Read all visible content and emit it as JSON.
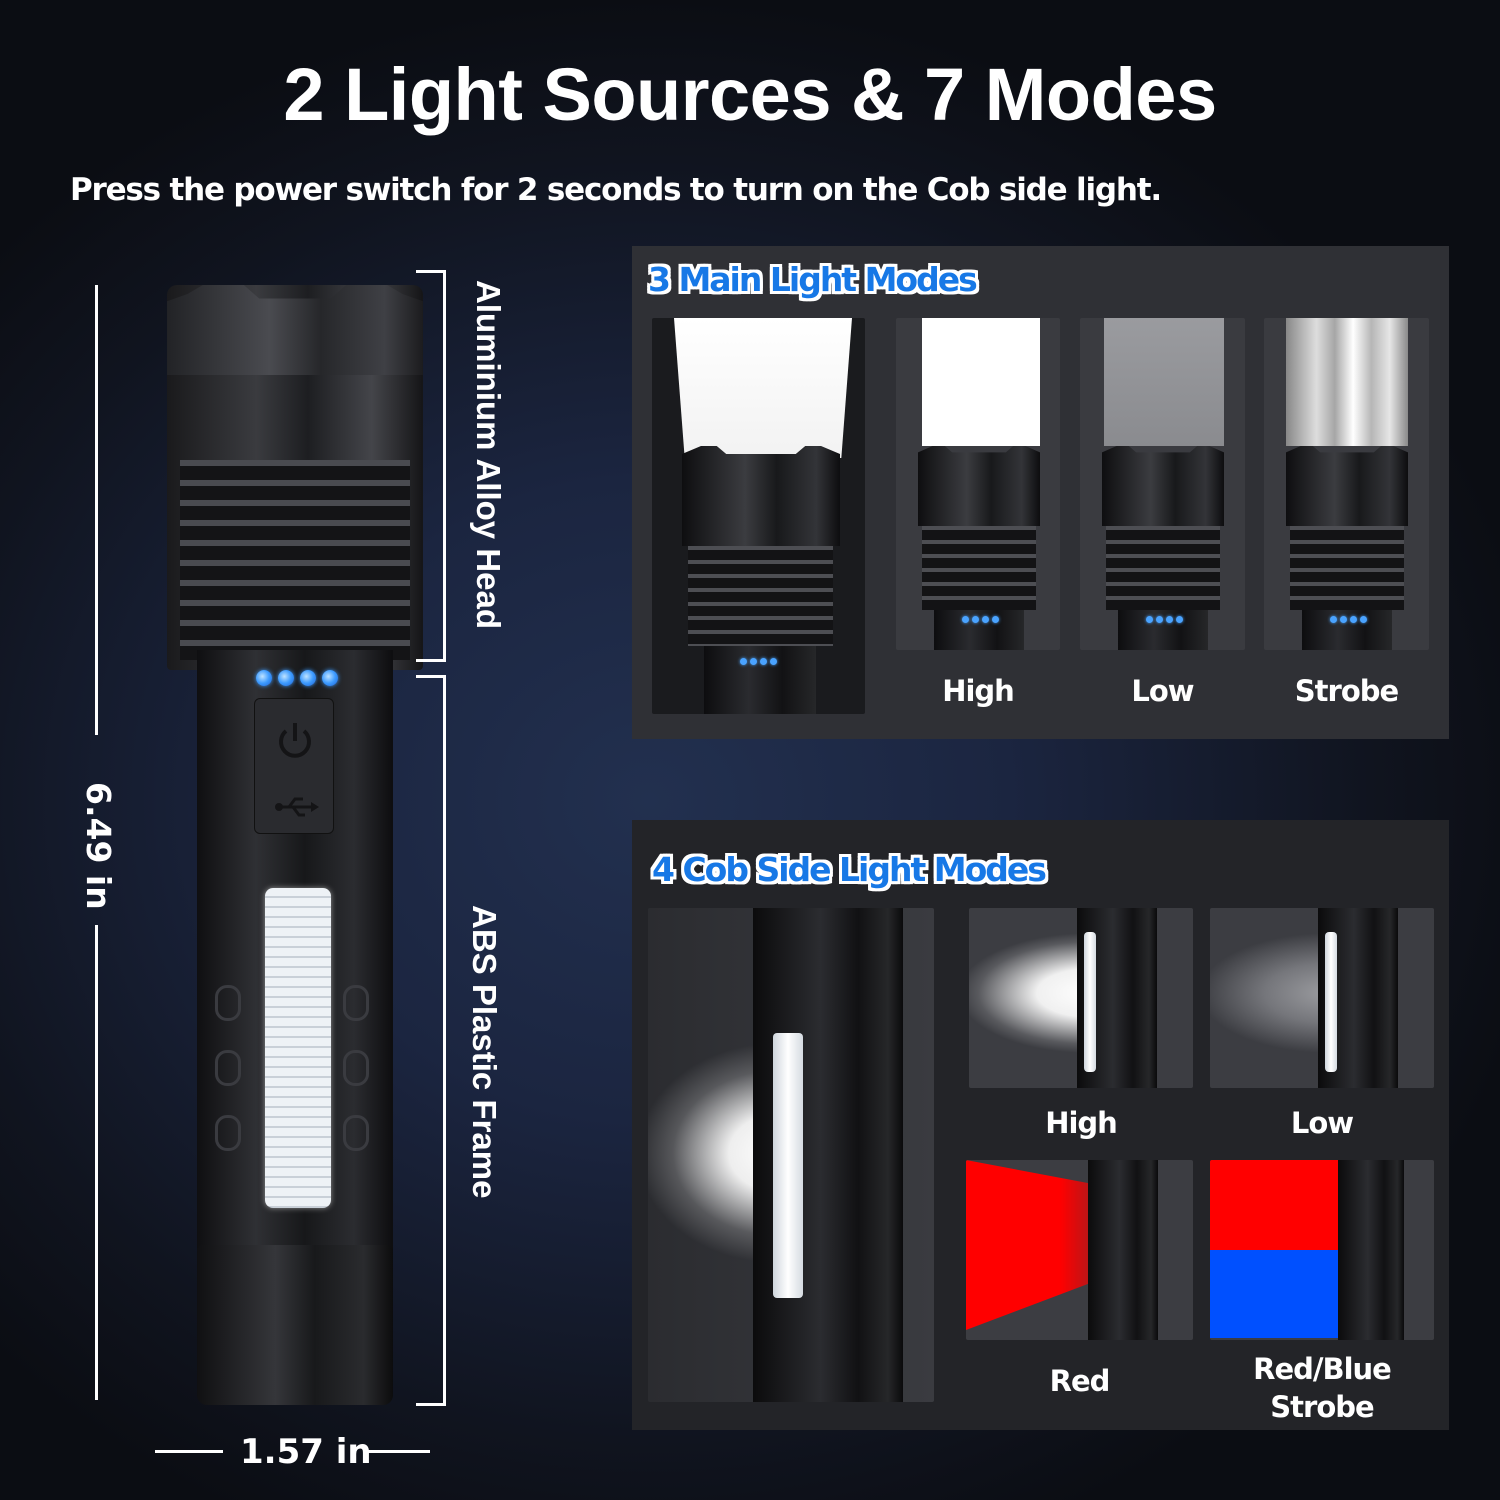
{
  "header": {
    "title": "2 Light Sources & 7 Modes",
    "subtitle": "Press the power switch for 2 seconds to turn on the Cob side light."
  },
  "product": {
    "icons": [
      "power-icon",
      "usb-icon"
    ],
    "battery_indicator_leds": 4,
    "led_color": "#3d9bff",
    "dimensions": {
      "length": "6.49 in",
      "width": "1.57 in"
    },
    "parts": {
      "head": "Aluminium Alloy Head",
      "frame": "ABS Plastic Frame"
    }
  },
  "main_modes": {
    "heading": "3 Main Light Modes",
    "heading_color": "#1778e6",
    "modes": [
      {
        "label": "High",
        "beam": "bright-white"
      },
      {
        "label": "Low",
        "beam": "dim-grey"
      },
      {
        "label": "Strobe",
        "beam": "flickering-white"
      }
    ]
  },
  "cob_modes": {
    "heading": "4 Cob Side Light Modes",
    "heading_color": "#1778e6",
    "modes": [
      {
        "label": "High",
        "color": "#ffffff"
      },
      {
        "label": "Low",
        "color": "#d8d8d8"
      },
      {
        "label": "Red",
        "color": "#ff0000"
      },
      {
        "label": "Red/Blue",
        "label_line2": "Strobe",
        "color_top": "#ff0000",
        "color_bottom": "#0050ff"
      }
    ]
  }
}
